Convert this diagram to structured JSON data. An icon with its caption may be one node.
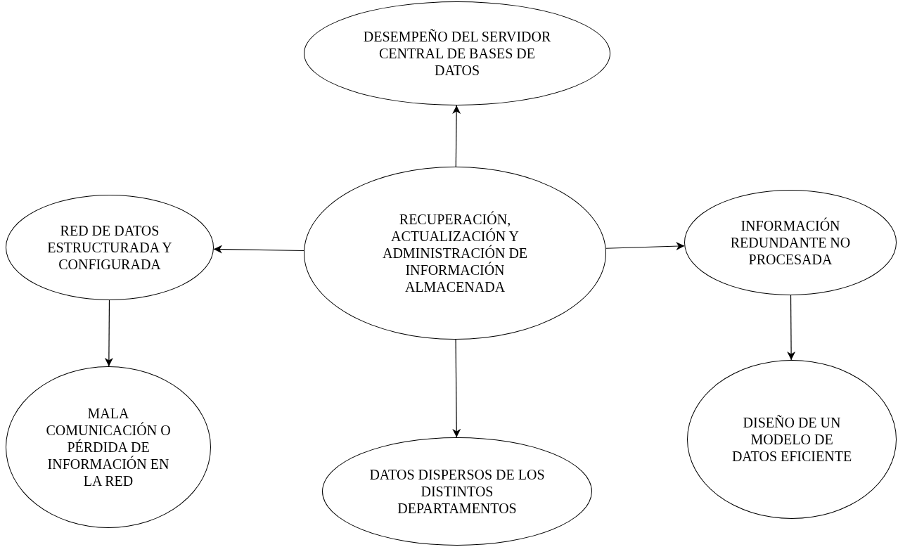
{
  "diagram": {
    "nodes": [
      {
        "text": [
          "RECUPERACIÓN, ACTUALIZACIÓN Y ADMINISTRACIÓN DE INFORMACIÓN ALMACENADA"
        ]
      },
      {
        "text": [
          "DESEMPEÑO DEL SERVIDOR CENTRAL DE BASES DE DATOS"
        ]
      },
      {
        "text": [
          "RED DE DATOS ESTRUCTURADA Y CONFIGURADA"
        ]
      },
      {
        "text": [
          "INFORMACIÓN REDUNDANTE NO PROCESADA"
        ]
      },
      {
        "text": [
          "MALA COMUNICACIÓN O PÉRDIDA DE INFORMACIÓN EN LA RED"
        ]
      },
      {
        "text": [
          "DATOS DISPERSOS DE LOS DISTINTOS DEPARTAMENTOS"
        ]
      },
      {
        "text": [
          "DISEÑO DE UN MODELO DE DATOS EFICIENTE"
        ]
      }
    ],
    "edges": [
      {
        "from": 0,
        "to": 1,
        "arrow": "to"
      },
      {
        "from": 0,
        "to": 2,
        "arrow": "to"
      },
      {
        "from": 0,
        "to": 3,
        "arrow": "to"
      },
      {
        "from": 0,
        "to": 5,
        "arrow": "to"
      },
      {
        "from": 2,
        "to": 4,
        "arrow": "to"
      },
      {
        "from": 3,
        "to": 6,
        "arrow": "to"
      }
    ]
  }
}
